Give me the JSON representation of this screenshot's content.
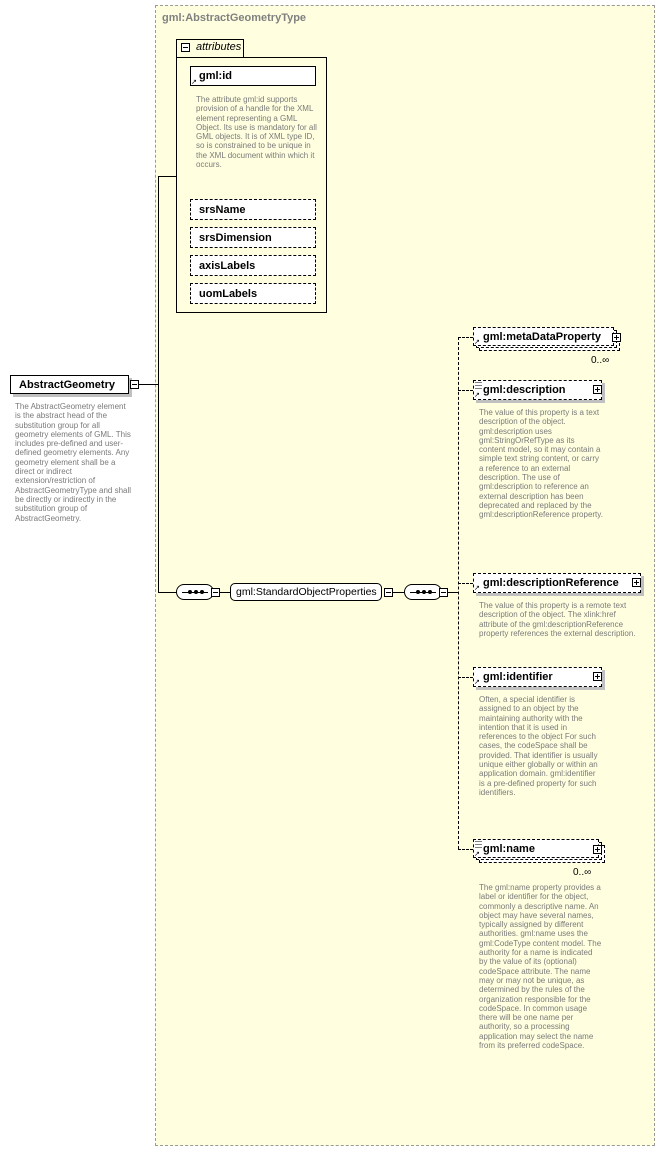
{
  "complex_type": {
    "name": "gml:AbstractGeometryType"
  },
  "root_element": {
    "name": "AbstractGeometry",
    "description": "The AbstractGeometry element is the abstract head of the substitution group for all geometry elements of GML. This includes pre-defined and user-defined geometry elements. Any geometry element shall be a direct or indirect extension/restriction of AbstractGeometryType and shall be directly or indirectly in the substitution group of AbstractGeometry."
  },
  "attributes_group": {
    "label": "attributes",
    "items": [
      {
        "name": "gml:id",
        "description": "The attribute gml:id supports provision of a handle for the XML element representing a GML Object. Its use is mandatory for all GML objects. It is of XML type ID, so is constrained to be unique in the XML document within which it occurs."
      },
      {
        "name": "srsName"
      },
      {
        "name": "srsDimension"
      },
      {
        "name": "axisLabels"
      },
      {
        "name": "uomLabels"
      }
    ]
  },
  "group_ref": {
    "name": "gml:StandardObjectProperties"
  },
  "elements": [
    {
      "name": "gml:metaDataProperty",
      "occurs": "0..∞",
      "description": ""
    },
    {
      "name": "gml:description",
      "occurs": "",
      "description": "The value of this property is a text description of the object. gml:description uses gml:StringOrRefType as its content model, so it may contain a simple text string content, or carry a reference to an external description. The use of gml:description to reference an external description has been deprecated and replaced by the gml:descriptionReference property."
    },
    {
      "name": "gml:descriptionReference",
      "occurs": "",
      "description": "The value of this property is a remote text description of the object. The xlink:href attribute of the gml:descriptionReference property references the external description."
    },
    {
      "name": "gml:identifier",
      "occurs": "",
      "description": "Often, a special identifier is assigned to an object by the maintaining authority with the intention that it is used in references to the object For such cases, the codeSpace shall be provided. That identifier is usually unique either globally or within an application domain. gml:identifier is a pre-defined property for such identifiers."
    },
    {
      "name": "gml:name",
      "occurs": "0..∞",
      "description": "The gml:name property provides a label or identifier for the object, commonly a descriptive name. An object may have several names, typically assigned by different authorities. gml:name uses the gml:CodeType content model.  The authority for a name is indicated by the value of its (optional) codeSpace attribute.  The name may or may not be unique, as determined by the rules of the organization responsible for the codeSpace.  In common usage there will be one name per authority, so a processing application may select the name from its preferred codeSpace."
    }
  ]
}
